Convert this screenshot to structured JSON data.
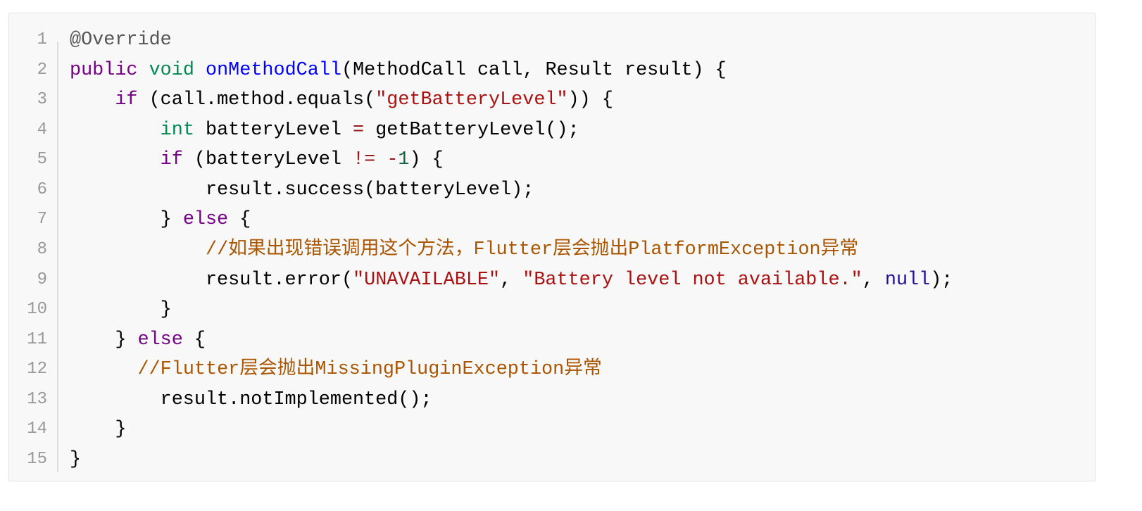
{
  "code_block": {
    "language": "java",
    "colors": {
      "keyword": "#770088",
      "type": "#008855",
      "def": "#0000ff",
      "string": "#aa1111",
      "comment": "#aa5500",
      "meta": "#555555",
      "atom": "#221199",
      "operator": "#981a1a",
      "number": "#116644",
      "line_number": "#999999",
      "background": "#f8f8f8"
    },
    "lines": [
      {
        "n": "1",
        "tokens": [
          [
            "meta",
            "@Override"
          ]
        ]
      },
      {
        "n": "2",
        "tokens": [
          [
            "keyword",
            "public"
          ],
          [
            "plain",
            " "
          ],
          [
            "type",
            "void"
          ],
          [
            "plain",
            " "
          ],
          [
            "def",
            "onMethodCall"
          ],
          [
            "plain",
            "(MethodCall call, Result result) {"
          ]
        ]
      },
      {
        "n": "3",
        "tokens": [
          [
            "plain",
            "    "
          ],
          [
            "keyword",
            "if"
          ],
          [
            "plain",
            " (call.method.equals("
          ],
          [
            "string",
            "\"getBatteryLevel\""
          ],
          [
            "plain",
            ")) {"
          ]
        ]
      },
      {
        "n": "4",
        "tokens": [
          [
            "plain",
            "        "
          ],
          [
            "type",
            "int"
          ],
          [
            "plain",
            " batteryLevel "
          ],
          [
            "operator",
            "="
          ],
          [
            "plain",
            " getBatteryLevel();"
          ]
        ]
      },
      {
        "n": "5",
        "tokens": [
          [
            "plain",
            "        "
          ],
          [
            "keyword",
            "if"
          ],
          [
            "plain",
            " (batteryLevel "
          ],
          [
            "operator",
            "!="
          ],
          [
            "plain",
            " "
          ],
          [
            "operator",
            "-"
          ],
          [
            "number",
            "1"
          ],
          [
            "plain",
            ") {"
          ]
        ]
      },
      {
        "n": "6",
        "tokens": [
          [
            "plain",
            "            result.success(batteryLevel);"
          ]
        ]
      },
      {
        "n": "7",
        "tokens": [
          [
            "plain",
            "        } "
          ],
          [
            "keyword",
            "else"
          ],
          [
            "plain",
            " {"
          ]
        ]
      },
      {
        "n": "8",
        "tokens": [
          [
            "plain",
            "            "
          ],
          [
            "comment",
            "//如果出现错误调用这个方法，Flutter层会抛出PlatformException异常"
          ]
        ]
      },
      {
        "n": "9",
        "tokens": [
          [
            "plain",
            "            result.error("
          ],
          [
            "string",
            "\"UNAVAILABLE\""
          ],
          [
            "plain",
            ", "
          ],
          [
            "string",
            "\"Battery level not available.\""
          ],
          [
            "plain",
            ", "
          ],
          [
            "atom",
            "null"
          ],
          [
            "plain",
            ");"
          ]
        ]
      },
      {
        "n": "10",
        "tokens": [
          [
            "plain",
            "        }"
          ]
        ]
      },
      {
        "n": "11",
        "tokens": [
          [
            "plain",
            "    } "
          ],
          [
            "keyword",
            "else"
          ],
          [
            "plain",
            " {"
          ]
        ]
      },
      {
        "n": "12",
        "tokens": [
          [
            "plain",
            "      "
          ],
          [
            "comment",
            "//Flutter层会抛出MissingPluginException异常"
          ]
        ]
      },
      {
        "n": "13",
        "tokens": [
          [
            "plain",
            "        result.notImplemented();"
          ]
        ]
      },
      {
        "n": "14",
        "tokens": [
          [
            "plain",
            "    }"
          ]
        ]
      },
      {
        "n": "15",
        "tokens": [
          [
            "plain",
            "}"
          ]
        ]
      }
    ]
  }
}
